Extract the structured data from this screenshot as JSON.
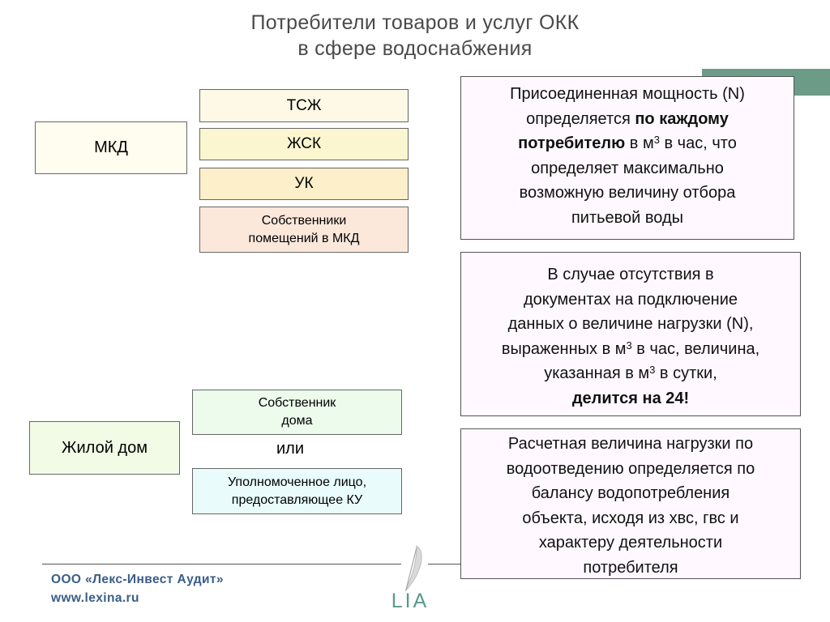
{
  "title": {
    "line1": "Потребители товаров и услуг ОКК",
    "line2": "в сфере водоснабжения"
  },
  "left": {
    "mkd": "МКД",
    "house": "Жилой дом",
    "or": "или"
  },
  "mkd_consumers": {
    "tszh": "ТСЖ",
    "zhsk": "ЖСК",
    "uk": "УК",
    "owners_line1": "Собственники",
    "owners_line2": "помещений в МКД"
  },
  "house_consumers": {
    "owner_line1": "Собственник",
    "owner_line2": "дома",
    "authorized_line1": "Уполномоченное лицо,",
    "authorized_line2": "предоставляющее КУ"
  },
  "notes": {
    "n1": {
      "l1": "Присоединенная мощность (N)",
      "l2a": "определяется ",
      "l2b": "по каждому",
      "l3a": "потребителю",
      "l3b": " в м",
      "l3sup": "3",
      "l3c": " в час, что",
      "l4": "определяет максимально",
      "l5": "возможную  величину отбора",
      "l6": "питьевой воды"
    },
    "n2": {
      "l1": "В случае отсутствия в",
      "l2": "документах на подключение",
      "l3": "данных о величине нагрузки (N),",
      "l4a": "выраженных в м",
      "l4sup": "3",
      "l4b": " в час, величина,",
      "l5a": "указанная в м",
      "l5sup": "3",
      "l5b": " в сутки,",
      "l6": "делится на  24!"
    },
    "n3": {
      "l1": "Расчетная величина нагрузки по",
      "l2": "водоотведению определяется по",
      "l3": "балансу водопотребления",
      "l4": "объекта, исходя из хвс, гвс и",
      "l5": "характеру деятельности",
      "l6": "потребителя"
    }
  },
  "footer": {
    "company": "ООО «Лекс-Инвест Аудит»",
    "site": "www.lexina.ru",
    "logo_text": "LIA"
  },
  "colors": {
    "accent": "#6c9c87",
    "footer_text": "#3a5d88",
    "logo": "#5a9a8a"
  }
}
